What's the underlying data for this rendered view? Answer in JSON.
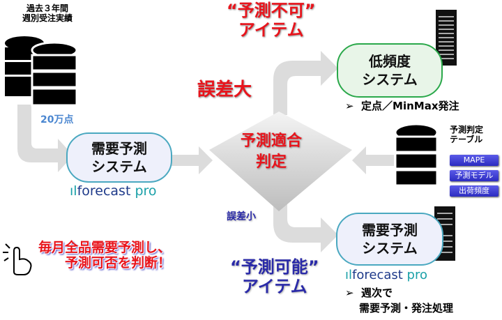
{
  "source": {
    "line1": "過去３年間",
    "line2": "週別受注実績",
    "count": "20万点"
  },
  "forecast_box": {
    "line1": "需要予測",
    "line2": "システム"
  },
  "logo": {
    "main": "forecast",
    "suffix": "pro"
  },
  "diamond": {
    "line1": "予測適合",
    "line2": "判定"
  },
  "unpredictable": {
    "line1": "“予測不可”",
    "line2": "アイテム",
    "error": "誤差大"
  },
  "predictable": {
    "line1": "“予測可能”",
    "line2": "アイテム",
    "error": "誤差小"
  },
  "low_freq_box": {
    "line1": "低頻度",
    "line2": "システム",
    "note": "定点／MinMax発注"
  },
  "table": {
    "line1": "予測判定",
    "line2": "テーブル",
    "items": [
      "MAPE",
      "予測モデル",
      "出荷頻度"
    ]
  },
  "demand_box": {
    "line1": "需要予測",
    "line2": "システム",
    "note1": "週次で",
    "note2": "需要予測・発注処理"
  },
  "callout": {
    "line1": "毎月全品需要予測し、",
    "line2": "予測可否を判断！"
  },
  "bullet": "➢"
}
